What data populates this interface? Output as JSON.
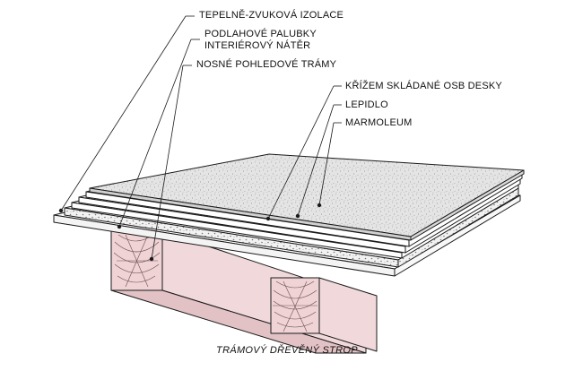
{
  "labels": {
    "insulation": "TEPELNĚ-ZVUKOVÁ IZOLACE",
    "floorboards_line1": "PODLAHOVÉ PALUBKY",
    "floorboards_line2": "INTERIÉROVÝ NÁTĚR",
    "beams": "NOSNÉ POHLEDOVÉ TRÁMY",
    "osb": "KŘÍŽEM SKLÁDANÉ OSB DESKY",
    "glue": "LEPIDLO",
    "marmoleum": "MARMOLEUM"
  },
  "caption": "TRÁMOVÝ DŘEVĚNÝ STROP",
  "colors": {
    "beam_fill": "#efd3d5",
    "speckle_fill": "#e6e6e6",
    "board_fill": "#ffffff",
    "line": "#1a1a1a"
  }
}
